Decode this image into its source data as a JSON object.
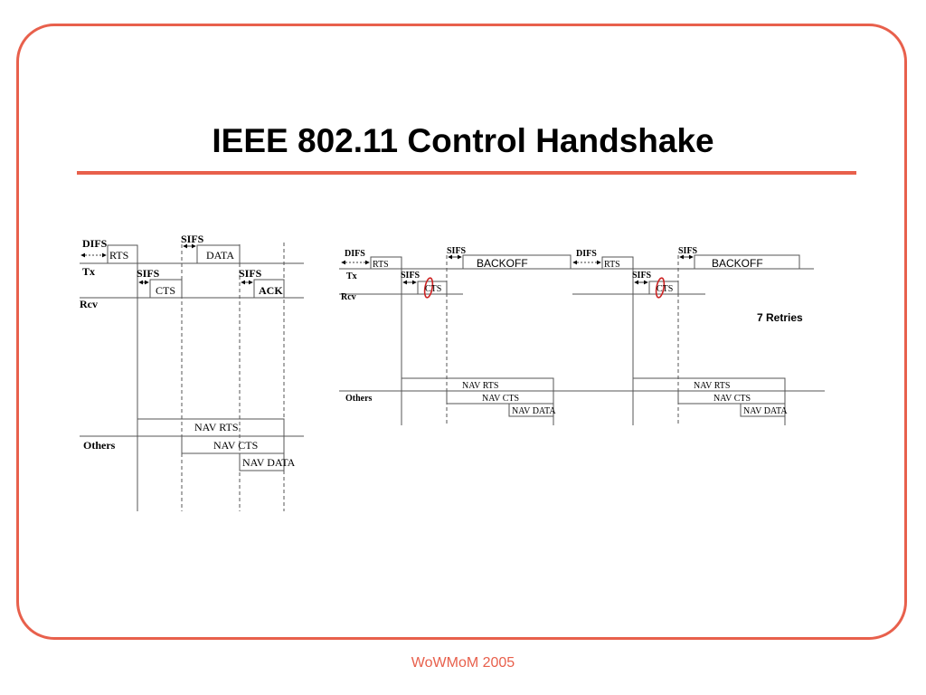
{
  "slide": {
    "title": "IEEE 802.11 Control Handshake",
    "footer": "WoWMoM 2005"
  },
  "colors": {
    "accent": "#e8604c",
    "line": "#555555",
    "ink": "#000000",
    "marker": "#cc2222"
  },
  "left_diagram": {
    "difs": "DIFS",
    "sifs_top": "SIFS",
    "tx": "Tx",
    "rcv": "Rcv",
    "rts": "RTS",
    "data": "DATA",
    "sifs_cts": "SIFS",
    "cts": "CTS",
    "sifs_ack": "SIFS",
    "ack": "ACK",
    "others": "Others",
    "nav_rts": "NAV RTS",
    "nav_cts": "NAV CTS",
    "nav_data": "NAV DATA"
  },
  "right_diagram": {
    "attempt1": {
      "difs": "DIFS",
      "rts": "RTS",
      "sifs_top": "SIFS",
      "backoff": "BACKOFF",
      "tx": "Tx",
      "sifs_cts": "SIFS",
      "cts": "CTS",
      "rcv": "Rcv",
      "others": "Others",
      "nav_rts": "NAV RTS",
      "nav_cts": "NAV CTS",
      "nav_data": "NAV DATA"
    },
    "attempt2": {
      "difs": "DIFS",
      "rts": "RTS",
      "sifs_top": "SIFS",
      "backoff": "BACKOFF",
      "sifs_cts": "SIFS",
      "cts": "CTS",
      "nav_rts": "NAV RTS",
      "nav_cts": "NAV CTS",
      "nav_data": "NAV DATA"
    },
    "retries": "7 Retries"
  }
}
